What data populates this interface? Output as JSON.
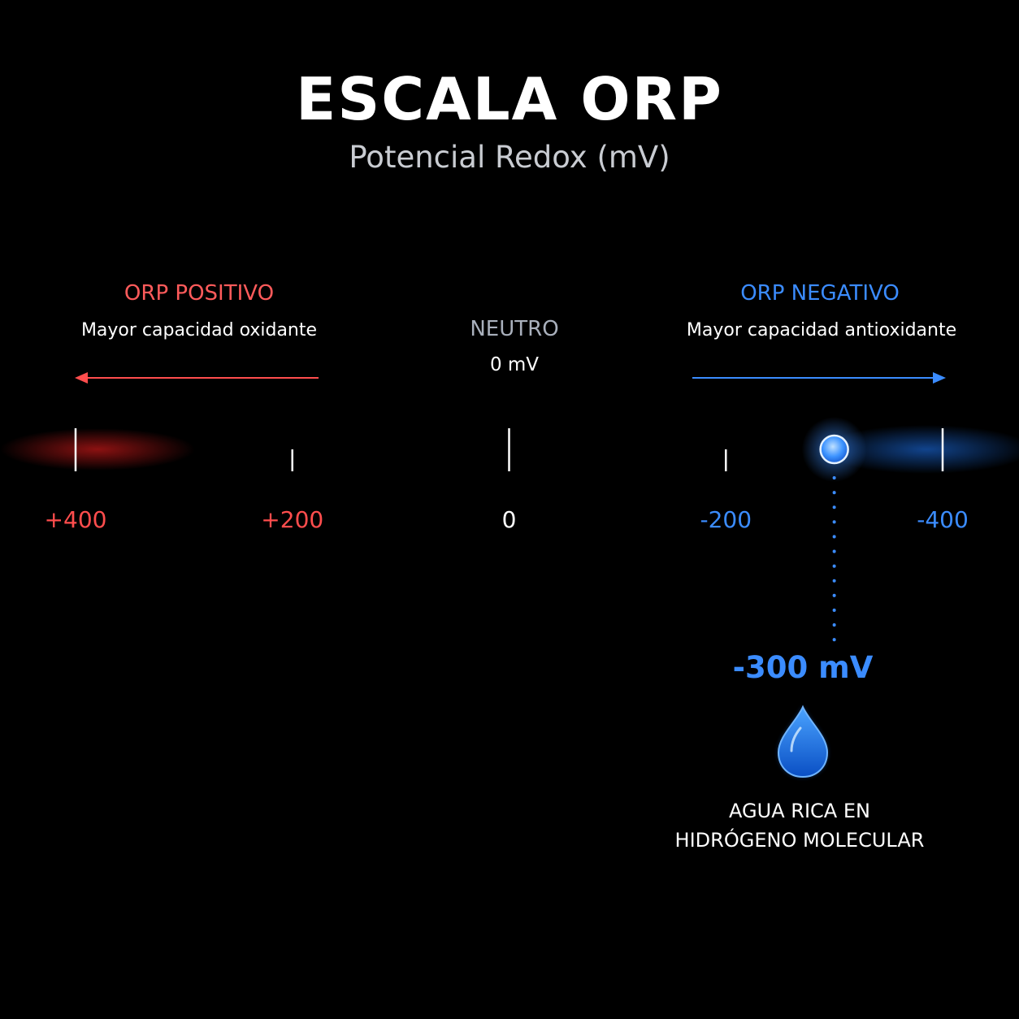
{
  "header": {
    "title": "ESCALA ORP",
    "subtitle": "Potencial Redox (mV)"
  },
  "positive": {
    "heading": "ORP POSITIVO",
    "description": "Mayor capacidad oxidante",
    "color": "#ff4d4d"
  },
  "neutral": {
    "heading": "NEUTRO",
    "value_label": "0 mV"
  },
  "negative": {
    "heading": "ORP NEGATIVO",
    "description": "Mayor capacidad antioxidante",
    "color": "#3b8cff"
  },
  "scale": {
    "range": [
      400,
      -400
    ],
    "ticks": [
      {
        "value": 400,
        "label": "+400",
        "color": "#ff4d4d"
      },
      {
        "value": 200,
        "label": "+200",
        "color": "#ff4d4d"
      },
      {
        "value": 0,
        "label": "0",
        "color": "#ffffff"
      },
      {
        "value": -200,
        "label": "-200",
        "color": "#3b8cff"
      },
      {
        "value": -400,
        "label": "-400",
        "color": "#3b8cff"
      }
    ]
  },
  "marker": {
    "value": -300,
    "value_label": "-300 mV",
    "icon": "water-drop-icon",
    "caption_lines": [
      "AGUA RICA EN",
      "HIDRÓGENO MOLECULAR"
    ]
  }
}
